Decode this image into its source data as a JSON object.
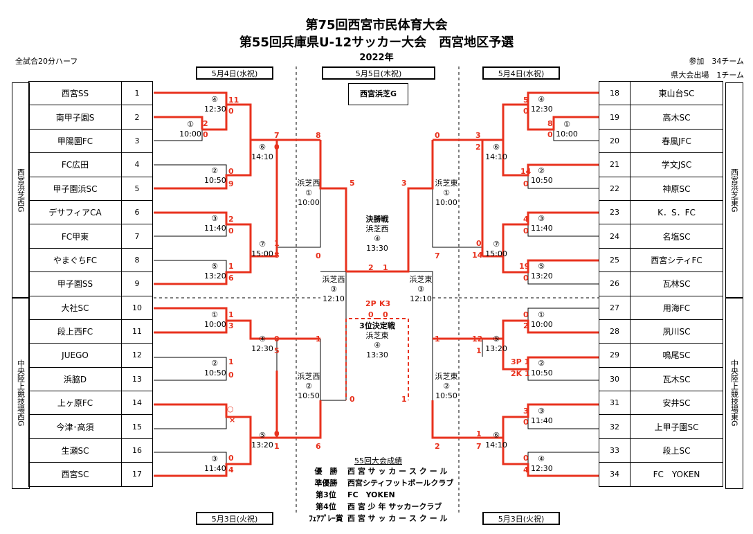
{
  "header": {
    "title1": "第75回西宮市民体育大会",
    "title2": "第55回兵庫県U-12サッカー大会　西宮地区予選",
    "year": "2022年",
    "note_left": "全試合20分ハーフ",
    "participants": "参加　34チーム",
    "qualifiers": "県大会出場　1チーム"
  },
  "dates": {
    "top_left": "5月4日(水祝)",
    "top_center": "5月5日(木祝)",
    "top_right": "5月4日(水祝)",
    "bottom_left": "5月3日(火祝)",
    "bottom_right": "5月3日(火祝)",
    "venue_center": "西宮浜芝G"
  },
  "venues": {
    "left_top": "西宮浜芝西G",
    "left_bottom": "中央陸上競技場西G",
    "right_top": "西宮浜芝東G",
    "right_bottom": "中央陸上競技場東G"
  },
  "left_teams": [
    {
      "no": "1",
      "name": "西宮SS"
    },
    {
      "no": "2",
      "name": "南甲子園S"
    },
    {
      "no": "3",
      "name": "甲陽園FC"
    },
    {
      "no": "4",
      "name": "FC広田"
    },
    {
      "no": "5",
      "name": "甲子園浜SC"
    },
    {
      "no": "6",
      "name": "デサフィアCA"
    },
    {
      "no": "7",
      "name": "FC甲東"
    },
    {
      "no": "8",
      "name": "やまぐちFC"
    },
    {
      "no": "9",
      "name": "甲子園SS"
    },
    {
      "no": "10",
      "name": "大社SC"
    },
    {
      "no": "11",
      "name": "段上西FC"
    },
    {
      "no": "12",
      "name": "JUEGO"
    },
    {
      "no": "13",
      "name": "浜脇D"
    },
    {
      "no": "14",
      "name": "上ヶ原FC"
    },
    {
      "no": "15",
      "name": "今津･高須"
    },
    {
      "no": "16",
      "name": "生瀬SC"
    },
    {
      "no": "17",
      "name": "西宮SC"
    }
  ],
  "right_teams": [
    {
      "no": "18",
      "name": "東山台SC"
    },
    {
      "no": "19",
      "name": "高木SC"
    },
    {
      "no": "20",
      "name": "春風JFC"
    },
    {
      "no": "21",
      "name": "学文JSC"
    },
    {
      "no": "22",
      "name": "神原SC"
    },
    {
      "no": "23",
      "name": "K．S．FC"
    },
    {
      "no": "24",
      "name": "名塩SC"
    },
    {
      "no": "25",
      "name": "西宮シティFC"
    },
    {
      "no": "26",
      "name": "瓦林SC"
    },
    {
      "no": "27",
      "name": "用海FC"
    },
    {
      "no": "28",
      "name": "夙川SC"
    },
    {
      "no": "29",
      "name": "鳴尾SC"
    },
    {
      "no": "30",
      "name": "瓦木SC"
    },
    {
      "no": "31",
      "name": "安井SC"
    },
    {
      "no": "32",
      "name": "上甲子園SC"
    },
    {
      "no": "33",
      "name": "段上SC"
    },
    {
      "no": "34",
      "name": "FC　YOKEN"
    }
  ],
  "matches": {
    "L1": {
      "no": "①",
      "time": "10:00"
    },
    "L4a": {
      "no": "④",
      "time": "12:30"
    },
    "L2": {
      "no": "②",
      "time": "10:50"
    },
    "L6": {
      "no": "⑥",
      "time": "14:10"
    },
    "L3": {
      "no": "③",
      "time": "11:40"
    },
    "L7": {
      "no": "⑦",
      "time": "15:00"
    },
    "L5": {
      "no": "⑤",
      "time": "13:20"
    },
    "LB1": {
      "no": "①",
      "time": "10:00"
    },
    "LB4": {
      "no": "④",
      "time": "12:30"
    },
    "LB2": {
      "no": "②",
      "time": "10:50"
    },
    "LB5": {
      "no": "⑤",
      "time": "13:20"
    },
    "LB3": {
      "no": "③",
      "time": "11:40"
    },
    "R4": {
      "no": "④",
      "time": "12:30"
    },
    "R1": {
      "no": "①",
      "time": "10:00"
    },
    "R6": {
      "no": "⑥",
      "time": "14:10"
    },
    "R2": {
      "no": "②",
      "time": "10:50"
    },
    "R3": {
      "no": "③",
      "time": "11:40"
    },
    "R7": {
      "no": "⑦",
      "time": "15:00"
    },
    "R5": {
      "no": "⑤",
      "time": "13:20"
    },
    "RB1": {
      "no": "①",
      "time": "10:00"
    },
    "RB5": {
      "no": "⑤",
      "time": "13:20"
    },
    "RB2": {
      "no": "②",
      "time": "10:50"
    },
    "RB3": {
      "no": "③",
      "time": "11:40"
    },
    "RB6": {
      "no": "⑥",
      "time": "14:10"
    },
    "RB4": {
      "no": "④",
      "time": "12:30"
    }
  },
  "center": {
    "semi_lt": {
      "field": "浜芝西",
      "no": "①",
      "time": "10:00"
    },
    "semi_rt": {
      "field": "浜芝東",
      "no": "①",
      "time": "10:00"
    },
    "semi_lb": {
      "field": "浜芝西",
      "no": "②",
      "time": "10:50"
    },
    "semi_rb": {
      "field": "浜芝東",
      "no": "②",
      "time": "10:50"
    },
    "cross_l": {
      "field": "浜芝西",
      "no": "③",
      "time": "12:10"
    },
    "cross_r": {
      "field": "浜芝東",
      "no": "③",
      "time": "12:10"
    },
    "final": {
      "label": "決勝戦",
      "field": "浜芝西",
      "no": "④",
      "time": "13:30"
    },
    "third": {
      "label": "3位決定戦",
      "field": "浜芝東",
      "no": "④",
      "time": "13:30"
    },
    "pk": {
      "left": "2P",
      "right": "K3"
    }
  },
  "scores": {
    "s1": "11",
    "s2": "0",
    "s3": "2",
    "s4": "0",
    "s5": "7",
    "s6": "0",
    "s7": "8",
    "s8": "0",
    "s9": "9",
    "s10": "2",
    "s11": "0",
    "s12": "1",
    "s13": "8",
    "s14": "1",
    "s15": "6",
    "s16": "5",
    "s17": "0",
    "s18": "1",
    "s19": "3",
    "s20": "0",
    "s21": "1",
    "s22": "1",
    "s23": "0",
    "s24": "5",
    "s25": "0",
    "s26": "1",
    "s27": "0",
    "s28": "4",
    "s29": "6",
    "s30": "○",
    "s31": "×",
    "r1": "5",
    "r2": "0",
    "r3": "8",
    "r4": "0",
    "r5": "3",
    "r6": "2",
    "r7": "0",
    "r8": "14",
    "r9": "0",
    "r10": "4",
    "r11": "0",
    "r12": "0",
    "r13": "14",
    "r14": "19",
    "r15": "0",
    "r16": "7",
    "r17": "3",
    "r18": "0",
    "r19": "2",
    "r20": "12",
    "r21": "1",
    "r22": "3P 1",
    "r23": "2K 1",
    "r24": "1",
    "r25": "3",
    "r26": "0",
    "r27": "1",
    "r28": "7",
    "r29": "0",
    "r30": "4",
    "r31": "2",
    "r32": "1",
    "c_final_l": "2",
    "c_final_r": "1",
    "c_third_l": "0",
    "c_third_r": "0"
  },
  "results": {
    "heading": "55回大会成績",
    "rows": [
      {
        "rank": "優　勝",
        "team": "西 宮 サ ッ カ ー ス ク ー ル"
      },
      {
        "rank": "準優勝",
        "team": "西宮シティフットボールクラブ"
      },
      {
        "rank": "第3位",
        "team": "FC　YOKEN"
      },
      {
        "rank": "第4位",
        "team": "西 宮 少 年 サッカークラブ"
      },
      {
        "rank": "ﾌｪｱﾌﾟﾚｰ賞",
        "team": "西 宮 サ ッ カ ー ス ク ー ル"
      }
    ]
  },
  "colors": {
    "winner_line": "#e8321e",
    "line": "#000000"
  }
}
